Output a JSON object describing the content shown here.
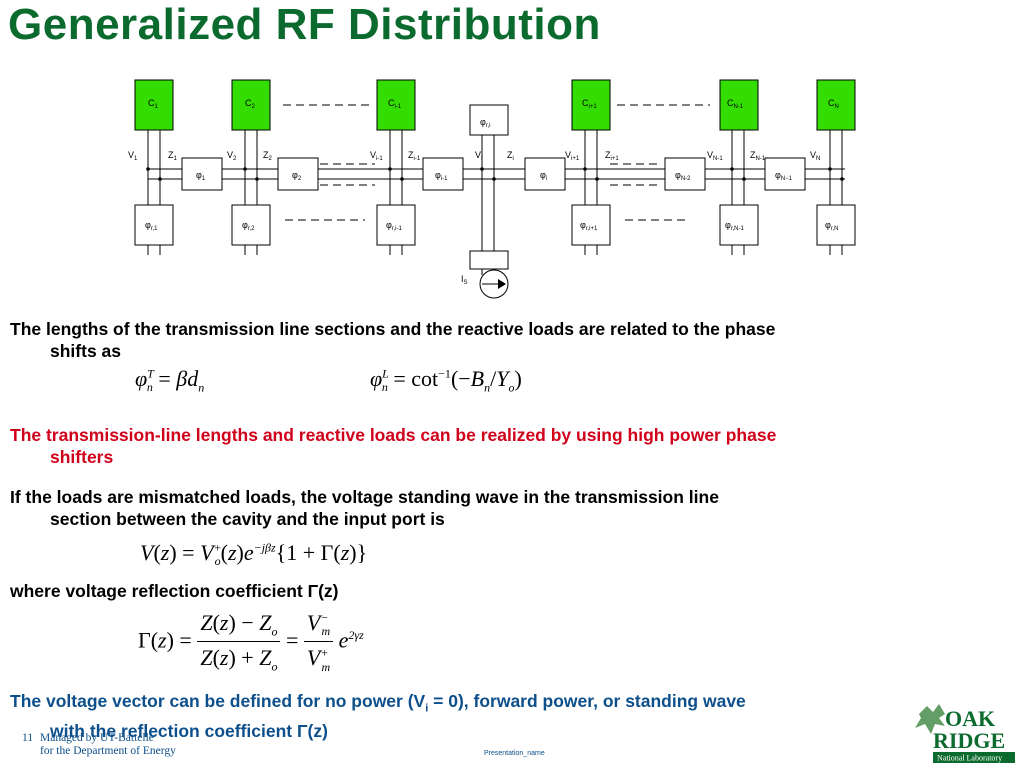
{
  "title": "Generalized RF Distribution",
  "diagram": {
    "cavities": [
      "C1",
      "C2",
      "Ci-1",
      "Ci+1",
      "CN-1",
      "CN"
    ],
    "dash_text": "— — — — -",
    "dash_text2": "— — — —",
    "dash_text3": "— — —",
    "center_shifter": "φr,i",
    "source_label": "IS"
  },
  "para1": {
    "line1": "The lengths of the transmission line sections and the reactive loads are related to the phase",
    "line2": "shifts as"
  },
  "para2": {
    "line1": "The transmission-line lengths and reactive loads can be realized by using high power phase",
    "line2": "shifters"
  },
  "para3": {
    "line1": "If the loads are mismatched loads, the voltage standing wave in the transmission line",
    "line2": "section between the cavity and the input port is"
  },
  "para4": {
    "text": "where voltage reflection coefficient Γ(z)"
  },
  "para5": {
    "line1_a": "The voltage vector can be defined for no power (V",
    "line1_sub": "i",
    "line1_b": " = 0), forward power, or standing wave",
    "line2": "with the reflection coefficient Γ(z)"
  },
  "footer": {
    "page_number": "11",
    "line1": "Managed by UT-Battelle",
    "line2": "for the Department of Energy",
    "presentation_name": "Presentation_name"
  },
  "logo": {
    "line1": "OAK",
    "line2": "RIDGE",
    "line3": "National Laboratory"
  },
  "colors": {
    "title": "#0b6a2d",
    "red": "#d0021b",
    "blue": "#0d4f8b",
    "cavity": "#33dd00"
  }
}
